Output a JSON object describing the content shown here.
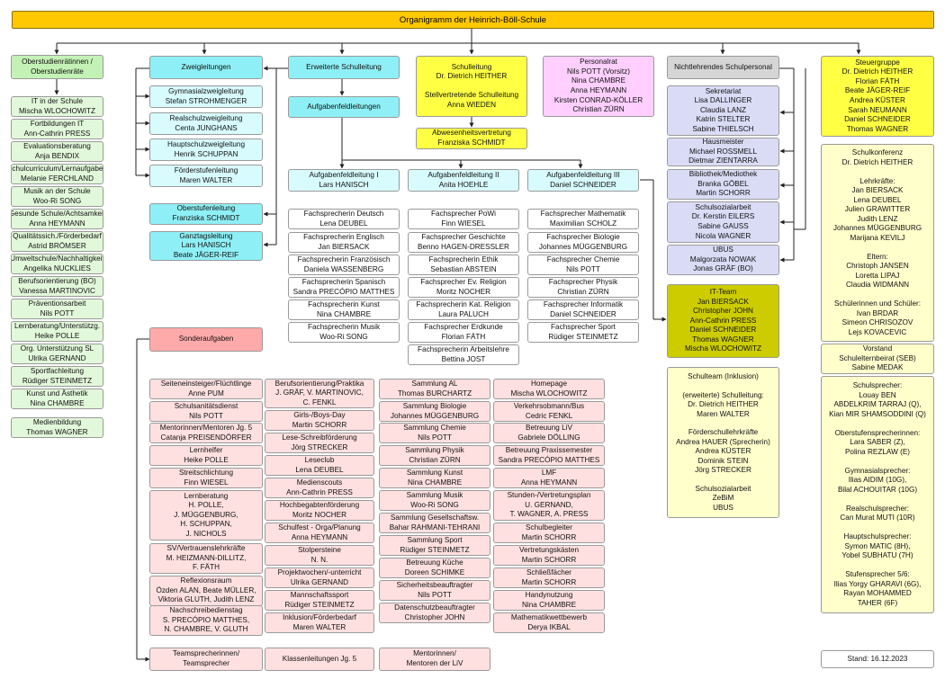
{
  "title": "Organigramm der Heinrich-Böll-Schule",
  "stand": "Stand: 16.12.2023",
  "colors": {
    "gold": "#ffc800",
    "green": "#c4f2b6",
    "green_light": "#e2f8da",
    "cyan": "#8ef0f6",
    "cyan_light": "#d8fbfd",
    "yellow": "#ffff44",
    "pink": "#ffd0ff",
    "grey": "#d6d6d6",
    "lavender": "#dadcf6",
    "olive": "#cccc00",
    "light_yellow": "#ffffcc",
    "salmon": "#ffaaaa",
    "light_pink": "#ffe0e0"
  },
  "boxes": [
    {
      "id": "oberstudienraete",
      "color": "green",
      "lines": [
        "Oberstudienrätinnen /",
        "Oberstudienräte"
      ]
    },
    {
      "id": "it-schule",
      "color": "green_light",
      "lines": [
        "IT in der Schule",
        "Mischa WLOCHOWITZ"
      ]
    },
    {
      "id": "fortbildungen-it",
      "color": "green_light",
      "lines": [
        "Fortbildungen IT",
        "Ann-Cathrin PRESS"
      ]
    },
    {
      "id": "evaluationsberatung",
      "color": "green_light",
      "lines": [
        "Evaluationsberatung",
        "Anja BENDIX"
      ]
    },
    {
      "id": "schulcurriculum",
      "color": "green_light",
      "lines": [
        "Schulcurriculum/Lernaufgaben",
        "Melanie FERCHLAND"
      ]
    },
    {
      "id": "musik-schule",
      "color": "green_light",
      "lines": [
        "Musik an der Schule",
        "Woo-Ri SONG"
      ]
    },
    {
      "id": "gesunde-schule",
      "color": "green_light",
      "lines": [
        "Gesunde Schule/Achtsamkeit",
        "Anna HEYMANN"
      ]
    },
    {
      "id": "qualitaetssicherung",
      "color": "green_light",
      "lines": [
        "Qualitätssich./Förderbedarf",
        "Astrid BRÖMSER"
      ]
    },
    {
      "id": "umweltschule",
      "color": "green_light",
      "lines": [
        "Umweltschule/Nachhaltigkeit",
        "Angelika NUCKLIES"
      ]
    },
    {
      "id": "berufsorientierung",
      "color": "green_light",
      "lines": [
        "Berufsorientierung (BO)",
        "Vanessa MARTINOVIC"
      ]
    },
    {
      "id": "praeventionsarbeit",
      "color": "green_light",
      "lines": [
        "Präventionsarbeit",
        "Nils POTT"
      ]
    },
    {
      "id": "lernberatung",
      "color": "green_light",
      "lines": [
        "Lernberatung/Unterstützg.",
        "Heike POLLE"
      ]
    },
    {
      "id": "org-unterstuetzung",
      "color": "green_light",
      "lines": [
        "Org. Unterstützung SL",
        "Ulrika GERNAND"
      ]
    },
    {
      "id": "sportfachleitung",
      "color": "green_light",
      "lines": [
        "Sportfachleitung",
        "Rüdiger STEINMETZ"
      ]
    },
    {
      "id": "kunst-aesthetik",
      "color": "green_light",
      "lines": [
        "Kunst und Ästhetik",
        "Nina CHAMBRE"
      ]
    },
    {
      "id": "medienbildung",
      "color": "green_light",
      "lines": [
        "Medienbildung",
        "Thomas WAGNER"
      ]
    },
    {
      "id": "zweigleitungen",
      "color": "cyan",
      "lines": [
        "Zweigleitungen"
      ]
    },
    {
      "id": "gymnasialzweig",
      "color": "cyan_light",
      "lines": [
        "Gymnasialzweigleitung",
        "Stefan STROHMENGER"
      ]
    },
    {
      "id": "realschulzweig",
      "color": "cyan_light",
      "lines": [
        "Realschulzweigleitung",
        "Centa JUNGHANS"
      ]
    },
    {
      "id": "hauptschulzweig",
      "color": "cyan_light",
      "lines": [
        "Hauptschulzweigleitung",
        "Henrik SCHUPPAN"
      ]
    },
    {
      "id": "foerderstufe",
      "color": "cyan_light",
      "lines": [
        "Förderstufenleitung",
        "Maren WALTER"
      ]
    },
    {
      "id": "oberstufe",
      "color": "cyan",
      "lines": [
        "Oberstufenleitung",
        "Franziska SCHMIDT"
      ]
    },
    {
      "id": "ganztag",
      "color": "cyan",
      "lines": [
        "Ganztagsleitung",
        "Lars HANISCH",
        "Beate JÄGER-REIF"
      ]
    },
    {
      "id": "erweiterte-schulleitung",
      "color": "cyan",
      "lines": [
        "Erweiterte Schulleitung"
      ]
    },
    {
      "id": "aufgabenfeldleitungen",
      "color": "cyan",
      "lines": [
        "Aufgabenfeldleitungen"
      ]
    },
    {
      "id": "afl-1",
      "color": "cyan_light",
      "lines": [
        "Aufgabenfeldleitung I",
        "Lars HANISCH"
      ]
    },
    {
      "id": "afl-2",
      "color": "cyan_light",
      "lines": [
        "Aufgabenfeldleitung II",
        "Anita HOEHLE"
      ]
    },
    {
      "id": "afl-3",
      "color": "cyan_light",
      "lines": [
        "Aufgabenfeldleitung III",
        "Daniel SCHNEIDER"
      ]
    },
    {
      "id": "fs-deutsch",
      "color": "white",
      "lines": [
        "Fachsprecherin Deutsch",
        "Lena DEUBEL"
      ]
    },
    {
      "id": "fs-englisch",
      "color": "white",
      "lines": [
        "Fachsprecherin Englisch",
        "Jan BIERSACK"
      ]
    },
    {
      "id": "fs-franz",
      "color": "white",
      "lines": [
        "Fachsprecherin Französisch",
        "Daniela WASSENBERG"
      ]
    },
    {
      "id": "fs-spanisch",
      "color": "white",
      "lines": [
        "Fachsprecherin Spanisch",
        "Sandra PRECÓPIO MATTHES"
      ]
    },
    {
      "id": "fs-kunst",
      "color": "white",
      "lines": [
        "Fachsprecherin Kunst",
        "Nina CHAMBRE"
      ]
    },
    {
      "id": "fs-musik",
      "color": "white",
      "lines": [
        "Fachsprecherin Musik",
        "Woo-Ri SONG"
      ]
    },
    {
      "id": "fs-powi",
      "color": "white",
      "lines": [
        "Fachsprecher PoWi",
        "Finn WIESEL"
      ]
    },
    {
      "id": "fs-geschichte",
      "color": "white",
      "lines": [
        "Fachsprecher Geschichte",
        "Benno HAGEN-DRESSLER"
      ]
    },
    {
      "id": "fs-ethik",
      "color": "white",
      "lines": [
        "Fachsprecherin Ethik",
        "Sebastian ABSTEIN"
      ]
    },
    {
      "id": "fs-ev-religion",
      "color": "white",
      "lines": [
        "Fachsprecher Ev. Religion",
        "Moritz NOCHER"
      ]
    },
    {
      "id": "fs-kat-religion",
      "color": "white",
      "lines": [
        "Fachsprecherin Kat. Religion",
        "Laura PALUCH"
      ]
    },
    {
      "id": "fs-erdkunde",
      "color": "white",
      "lines": [
        "Fachsprecher Erdkunde",
        "Florian FÄTH"
      ]
    },
    {
      "id": "fs-arbeitslehre",
      "color": "white",
      "lines": [
        "Fachsprecherin Arbeitslehre",
        "Bettina JOST"
      ]
    },
    {
      "id": "fs-mathe",
      "color": "white",
      "lines": [
        "Fachsprecher Mathematik",
        "Maximilian SCHOLZ"
      ]
    },
    {
      "id": "fs-biologie",
      "color": "white",
      "lines": [
        "Fachsprecher Biologie",
        "Johannes MÜGGENBURG"
      ]
    },
    {
      "id": "fs-chemie",
      "color": "white",
      "lines": [
        "Fachsprecher Chemie",
        "Nils POTT"
      ]
    },
    {
      "id": "fs-physik",
      "color": "white",
      "lines": [
        "Fachsprecher Physik",
        "Christian ZÜRN"
      ]
    },
    {
      "id": "fs-informatik",
      "color": "white",
      "lines": [
        "Fachsprecher Informatik",
        "Daniel SCHNEIDER"
      ]
    },
    {
      "id": "fs-sport",
      "color": "white",
      "lines": [
        "Fachsprecher Sport",
        "Rüdiger STEINMETZ"
      ]
    },
    {
      "id": "schulleitung",
      "color": "yellow",
      "lines": [
        "Schulleitung",
        "Dr. Dietrich HEITHER",
        "",
        "Stellvertretende Schulleitung",
        "Anna WIEDEN"
      ]
    },
    {
      "id": "abwesenheitsvertretung",
      "color": "yellow",
      "lines": [
        "Abwesenheitsvertretung",
        "Franziska SCHMIDT"
      ]
    },
    {
      "id": "personalrat",
      "color": "pink",
      "lines": [
        "Personalrat",
        "Nils POTT (Vorsitz)",
        "Nina CHAMBRE",
        "Anna HEYMANN",
        "Kirsten CONRAD-KÖLLER",
        "Christian ZÜRN"
      ]
    },
    {
      "id": "nichtlehrendes",
      "color": "grey",
      "lines": [
        "Nichtlehrendes Schulpersonal"
      ]
    },
    {
      "id": "sekretariat",
      "color": "lavender",
      "lines": [
        "Sekretariat",
        "Lisa DALLINGER",
        "Claudia LANZ",
        "Katrin STELTER",
        "Sabine THIELSCH"
      ]
    },
    {
      "id": "hausmeister",
      "color": "lavender",
      "lines": [
        "Hausmeister",
        "Michael ROSSMELL",
        "Dietmar ZIENTARRA"
      ]
    },
    {
      "id": "bibliothek",
      "color": "lavender",
      "lines": [
        "Bibliothek/Mediothek",
        "Branka GÖBEL",
        "Martin SCHORR"
      ]
    },
    {
      "id": "schulsozialarbeit",
      "color": "lavender",
      "lines": [
        "Schulsozialarbeit",
        "Dr. Kerstin EILERS",
        "Sabine GAUSS",
        "Nicola WAGNER"
      ]
    },
    {
      "id": "ubus",
      "color": "lavender",
      "lines": [
        "UBUS",
        "Malgorzata NOWAK",
        "Jonas GRÄF (BO)"
      ]
    },
    {
      "id": "it-team",
      "color": "olive",
      "lines": [
        "IT-Team",
        "Jan BIERSACK",
        "Christopher JOHN",
        "Ann-Cathrin PRESS",
        "Daniel SCHNEIDER",
        "Thomas WAGNER",
        "Mischa WLOCHOWITZ"
      ]
    },
    {
      "id": "schulteam",
      "color": "light_yellow",
      "lines": [
        "Schulteam (Inklusion)",
        "",
        "(erweiterte) Schulleitung:",
        "Dr. Dietrich HEITHER",
        "Maren WALTER",
        "",
        "Förderschullehrkräfte",
        "Andrea HAUER (Sprecherin)",
        "Andrea KÜSTER",
        "Dominik STEIN",
        "Jörg STRECKER",
        "",
        "Schulsozialarbeit",
        "ZeBiM",
        "UBUS"
      ]
    },
    {
      "id": "steuergruppe",
      "color": "yellow",
      "lines": [
        "Steuergruppe",
        "Dr. Dietrich HEITHER",
        "Florian FÄTH",
        "Beate JÄGER-REIF",
        "Andrea KÜSTER",
        "Sarah NEUMANN",
        "Daniel SCHNEIDER",
        "Thomas WAGNER"
      ]
    },
    {
      "id": "schulkonferenz",
      "color": "light_yellow",
      "lines": [
        "Schulkonferenz",
        "Dr. Dietrich HEITHER",
        "",
        "Lehrkräfte:",
        "Jan BIERSACK",
        "Lena DEUBEL",
        "Julien GRAWITTER",
        "Judith LENZ",
        "Johannes MÜGGENBURG",
        "Marijana KEVILJ",
        "",
        "Eltern:",
        "Christoph JANSEN",
        "Loretta LIPAJ",
        "Claudia WIDMANN",
        "",
        "Schülerinnen und Schüler:",
        "Ivan BRDAR",
        "Simeon CHRISOZOV",
        "Lejs KOVACEVIC"
      ]
    },
    {
      "id": "vorstand-seb",
      "color": "light_yellow",
      "lines": [
        "Vorstand",
        "Schulelternbeirat (SEB)",
        "Sabine MEDAK"
      ]
    },
    {
      "id": "schulsprecher",
      "color": "light_yellow",
      "lines": [
        "Schulsprecher:",
        "Louay BEN",
        "ABDELKRIM TARRAJ (Q),",
        "Kian MIR SHAMSODDINI (Q)",
        "",
        "Oberstufensprecherinnen:",
        "Lara SABER (Z),",
        "Polina REZLAW (E)",
        "",
        "Gymnasialsprecher:",
        "Ilias AIDIM (10G),",
        "Bilal ACHOUITAR (10G)",
        "",
        "Realschulsprecher:",
        "Can Murat MUTI (10R)",
        "",
        "Hauptschulsprecher:",
        "Symon MATIC (8H),",
        "Yobel SUBHATU (7H)",
        "",
        "Stufensprecher 5/6:",
        "Ilias Yorgy GHARAVI (6G),",
        "Rayan MOHAMMED",
        "TAHER (6F)"
      ]
    },
    {
      "id": "sonderaufgaben",
      "color": "salmon",
      "lines": [
        "Sonderaufgaben"
      ]
    },
    {
      "id": "seiteneinsteiger",
      "color": "light_pink",
      "lines": [
        "Seiteneinsteiger/Flüchtlinge",
        "Anne PUM"
      ]
    },
    {
      "id": "schulsanitaet",
      "color": "light_pink",
      "lines": [
        "Schulsanitätsdienst",
        "Nils POTT"
      ]
    },
    {
      "id": "mentorinnen-jg5",
      "color": "light_pink",
      "lines": [
        "Mentorinnen/Mentoren Jg. 5",
        "Catanja PREISENDÖRFER"
      ]
    },
    {
      "id": "lernhelfer",
      "color": "light_pink",
      "lines": [
        "Lernhelfer",
        "Heike POLLE"
      ]
    },
    {
      "id": "streitschlichtung",
      "color": "light_pink",
      "lines": [
        "Streitschlichtung",
        "Finn WIESEL"
      ]
    },
    {
      "id": "lernberatung-sa",
      "color": "light_pink",
      "lines": [
        "Lernberatung",
        "H. POLLE,",
        "J. MÜGGENBURG,",
        "H. SCHUPPAN,",
        "J. NICHOLS"
      ]
    },
    {
      "id": "sv-vertrauenslehr",
      "color": "light_pink",
      "lines": [
        "SV/Vertrauenslehrkräfte",
        "M. HEIZMANN-DILLITZ,",
        "F. FÄTH"
      ]
    },
    {
      "id": "reflexionsraum",
      "color": "light_pink",
      "lines": [
        "Reflexionsraum",
        "Özden ALAN, Beate MÜLLER,",
        "Viktoria GLUTH, Judith LENZ"
      ]
    },
    {
      "id": "nachschreibetag",
      "color": "light_pink",
      "lines": [
        "Nachschreibedienstag",
        "S. PRECÓPIO MATTHES,",
        "N. CHAMBRE, V. GLUTH"
      ]
    },
    {
      "id": "bo-praktika",
      "color": "light_pink",
      "lines": [
        "Berufsorientierung/Praktika",
        "J. GRÄF, V. MARTINOVIC,",
        "C. FENKL"
      ]
    },
    {
      "id": "girls-boys-day",
      "color": "light_pink",
      "lines": [
        "Girls-/Boys-Day",
        "Martin SCHORR"
      ]
    },
    {
      "id": "lese-schreib",
      "color": "light_pink",
      "lines": [
        "Lese-Schreibförderung",
        "Jörg STRECKER"
      ]
    },
    {
      "id": "leseclub",
      "color": "light_pink",
      "lines": [
        "Leseclub",
        "Lena DEUBEL"
      ]
    },
    {
      "id": "medienscouts",
      "color": "light_pink",
      "lines": [
        "Medienscouts",
        "Ann-Cathrin PRESS"
      ]
    },
    {
      "id": "hochbegabten",
      "color": "light_pink",
      "lines": [
        "Hochbegabtenförderung",
        "Moritz NOCHER"
      ]
    },
    {
      "id": "schulfest",
      "color": "light_pink",
      "lines": [
        "Schulfest - Orga/Planung",
        "Anna HEYMANN"
      ]
    },
    {
      "id": "stolpersteine",
      "color": "light_pink",
      "lines": [
        "Stolpersteine",
        "N. N."
      ]
    },
    {
      "id": "projektwochen",
      "color": "light_pink",
      "lines": [
        "Projektwochen/-unterricht",
        "Ulrika GERNAND"
      ]
    },
    {
      "id": "mannschaftssport",
      "color": "light_pink",
      "lines": [
        "Mannschaftssport",
        "Rüdiger STEINMETZ"
      ]
    },
    {
      "id": "inklusion-foerder",
      "color": "light_pink",
      "lines": [
        "Inklusion/Förderbedarf",
        "Maren WALTER"
      ]
    },
    {
      "id": "sammlung-al",
      "color": "light_pink",
      "lines": [
        "Sammlung AL",
        "Thomas BURCHARTZ"
      ]
    },
    {
      "id": "sammlung-bio",
      "color": "light_pink",
      "lines": [
        "Sammlung Biologie",
        "Johannes MÜGGENBURG"
      ]
    },
    {
      "id": "sammlung-chemie",
      "color": "light_pink",
      "lines": [
        "Sammlung Chemie",
        "Nils POTT"
      ]
    },
    {
      "id": "sammlung-physik",
      "color": "light_pink",
      "lines": [
        "Sammlung Physik",
        "Christian ZÜRN"
      ]
    },
    {
      "id": "sammlung-kunst",
      "color": "light_pink",
      "lines": [
        "Sammlung Kunst",
        "Nina CHAMBRE"
      ]
    },
    {
      "id": "sammlung-musik",
      "color": "light_pink",
      "lines": [
        "Sammlung Musik",
        "Woo-Ri SONG"
      ]
    },
    {
      "id": "sammlung-gesellschaft",
      "color": "light_pink",
      "lines": [
        "Sammlung Gesellschaftsw.",
        "Bahar RAHMANI-TEHRANI"
      ]
    },
    {
      "id": "sammlung-sport",
      "color": "light_pink",
      "lines": [
        "Sammlung Sport",
        "Rüdiger STEINMETZ"
      ]
    },
    {
      "id": "betreuung-kueche",
      "color": "light_pink",
      "lines": [
        "Betreuung Küche",
        "Doreen SCHIMKE"
      ]
    },
    {
      "id": "sicherheit",
      "color": "light_pink",
      "lines": [
        "Sicherheitsbeauftragter",
        "Nils POTT"
      ]
    },
    {
      "id": "datenschutz",
      "color": "light_pink",
      "lines": [
        "Datenschutzbeauftragter",
        "Christopher JOHN"
      ]
    },
    {
      "id": "homepage",
      "color": "light_pink",
      "lines": [
        "Homepage",
        "Mischa WLOCHOWITZ"
      ]
    },
    {
      "id": "verkehrsobmann",
      "color": "light_pink",
      "lines": [
        "Verkehrsobmann/Bus",
        "Cedric FENKL"
      ]
    },
    {
      "id": "betreuung-liv",
      "color": "light_pink",
      "lines": [
        "Betreuung LiV",
        "Gabriele DÖLLING"
      ]
    },
    {
      "id": "praxissemester",
      "color": "light_pink",
      "lines": [
        "Betreuung Praxissemester",
        "Sandra PRECÓPIO MATTHES"
      ]
    },
    {
      "id": "lmf",
      "color": "light_pink",
      "lines": [
        "LMF",
        "Anna HEYMANN"
      ]
    },
    {
      "id": "stundenplan",
      "color": "light_pink",
      "lines": [
        "Stunden-/Vertretungsplan",
        "U. GERNAND,",
        "T. WAGNER, A. PRESS"
      ]
    },
    {
      "id": "schulbegleiter",
      "color": "light_pink",
      "lines": [
        "Schulbegleiter",
        "Martin SCHORR"
      ]
    },
    {
      "id": "vertretungskaesten",
      "color": "light_pink",
      "lines": [
        "Vertretungskästen",
        "Martin SCHORR"
      ]
    },
    {
      "id": "schliessfaecher",
      "color": "light_pink",
      "lines": [
        "Schließfächer",
        "Martin SCHORR"
      ]
    },
    {
      "id": "handynutzung",
      "color": "light_pink",
      "lines": [
        "Handynutzung",
        "Nina CHAMBRE"
      ]
    },
    {
      "id": "mathe-wettbewerb",
      "color": "light_pink",
      "lines": [
        "Mathematikwettbewerb",
        "Derya IKBAL"
      ]
    },
    {
      "id": "teamsprecher",
      "color": "light_pink",
      "lines": [
        "Teamsprecherinnen/",
        "Teamsprecher"
      ]
    },
    {
      "id": "klassenleitungen",
      "color": "light_pink",
      "lines": [
        "Klassenleitungen Jg. 5"
      ]
    },
    {
      "id": "mentorinnen-liv",
      "color": "light_pink",
      "lines": [
        "Mentorinnen/",
        "Mentoren der LiV"
      ]
    }
  ]
}
